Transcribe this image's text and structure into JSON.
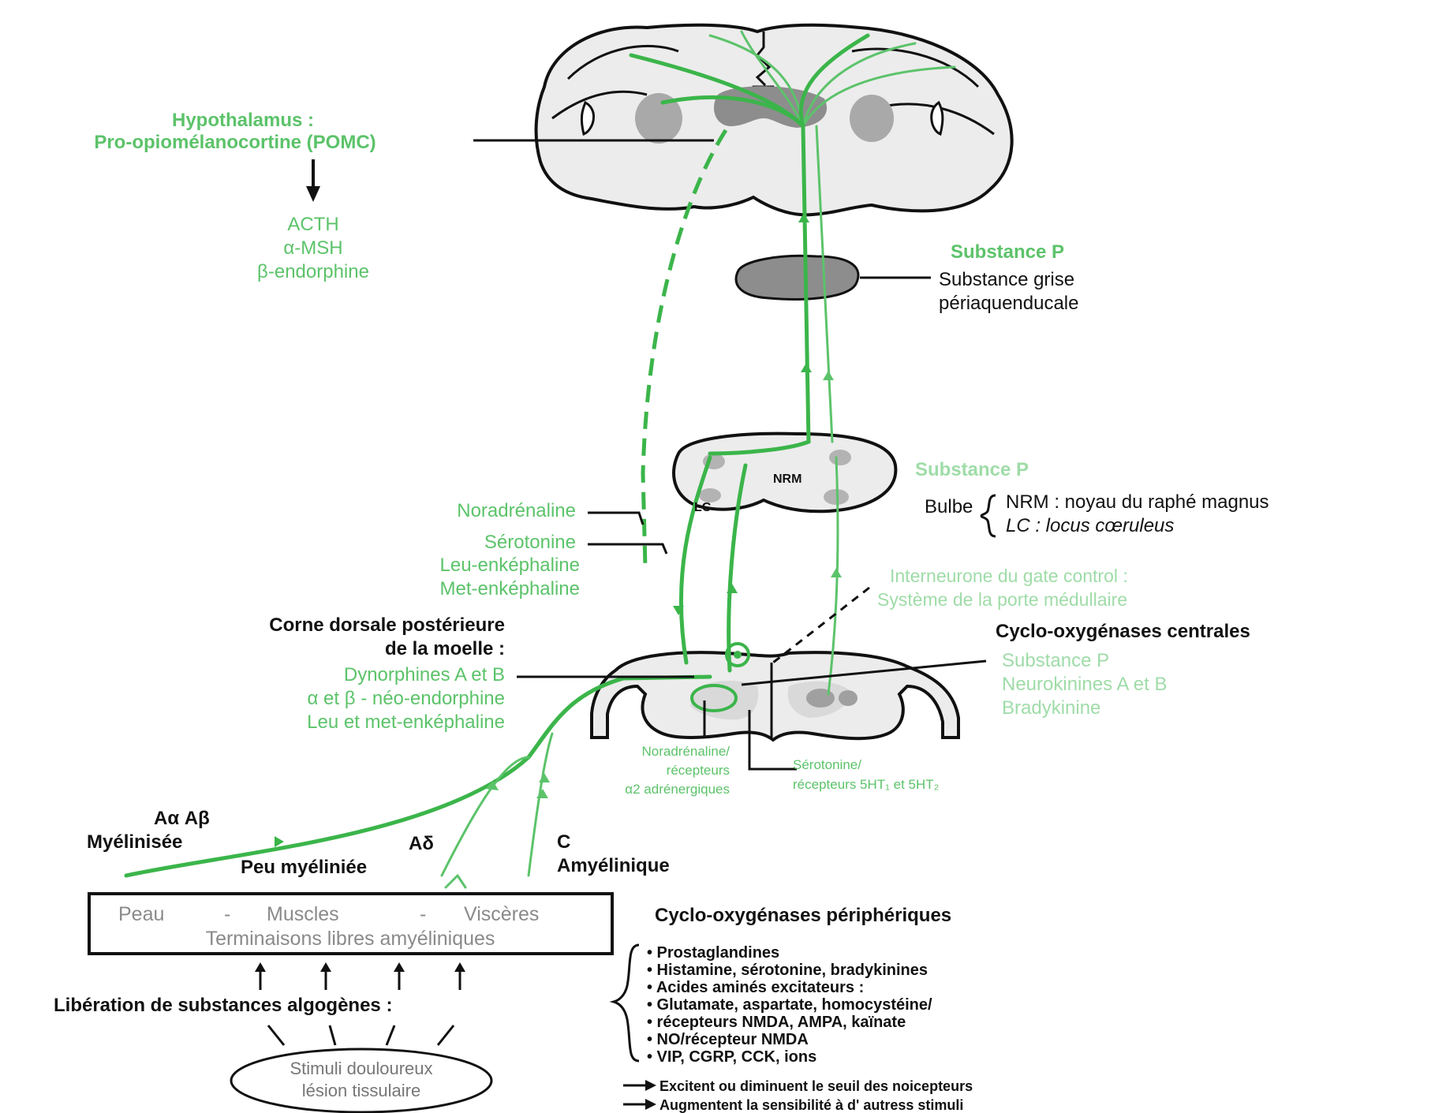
{
  "colors": {
    "pathway_green": "#3bb54a",
    "label_green": "#5cc36a",
    "pale_green": "#9fdca8",
    "black": "#111111",
    "gray_tissue": "#9a9a9a"
  },
  "hypothalamus": {
    "title": "Hypothalamus :",
    "pomc": "Pro-opiomélanocortine (POMC)",
    "products": [
      "ACTH",
      "α-MSH",
      "β-endorphine"
    ]
  },
  "pag": {
    "substance_p": "Substance P",
    "name_line1": "Substance grise",
    "name_line2": "périaquenducale"
  },
  "bulbe": {
    "substance_p": "Substance P",
    "nrm_tag": "NRM",
    "lc_tag": "LC",
    "label": "Bulbe",
    "nrm_def": "NRM : noyau du raphé magnus",
    "lc_def": "LC : locus cœruleus"
  },
  "descending": {
    "noradrenaline": "Noradrénaline",
    "serotonine": "Sérotonine",
    "leu_enk": "Leu-enképhaline",
    "met_enk": "Met-enképhaline"
  },
  "gate": {
    "line1": "Interneurone du gate control :",
    "line2": "Système de la porte médullaire"
  },
  "dorsal_horn": {
    "title_line1": "Corne dorsale postérieure",
    "title_line2": "de la moelle :",
    "items": [
      "Dynorphines A et B",
      "α et β - néo-endorphine",
      "Leu et met-enképhaline"
    ]
  },
  "central_cox": {
    "title": "Cyclo-oxygénases centrales",
    "items": [
      "Substance P",
      "Neurokinines A et B",
      "Bradykinine"
    ]
  },
  "receptors": {
    "nora_line1": "Noradrénaline/",
    "nora_line2": "récepteurs",
    "nora_line3": "α2 adrénergiques",
    "sero_line1": "Sérotonine/",
    "sero_line2": "récepteurs 5HT₁ et 5HT₂"
  },
  "fibres": {
    "aa_ab": "Aα Aβ",
    "myel": "Myélinisée",
    "ad": "Aδ",
    "peu_myel": "Peu myéliniée",
    "c": "C",
    "amyel": "Amyélinique"
  },
  "tissue": {
    "peau": "Peau",
    "muscles": "Muscles",
    "visceres": "Viscères",
    "dash": "-",
    "terminaisons": "Terminaisons libres amyéliniques"
  },
  "liberation": "Libération de substances algogènes :",
  "stimuli": {
    "line1": "Stimuli douloureux",
    "line2": "lésion tissulaire"
  },
  "peripheral_cox": {
    "title": "Cyclo-oxygénases périphériques",
    "items": [
      "• Prostaglandines",
      "• Histamine, sérotonine, bradykinines",
      "• Acides aminés excitateurs :",
      "• Glutamate, aspartate, homocystéine/",
      "• récepteurs NMDA, AMPA, kaïnate",
      "• NO/récepteur NMDA",
      "• VIP, CGRP, CCK, ions"
    ],
    "effect1": "Excitent ou diminuent le seuil des noicepteurs",
    "effect2": "Augmentent la sensibilité à d' autress stimuli"
  }
}
